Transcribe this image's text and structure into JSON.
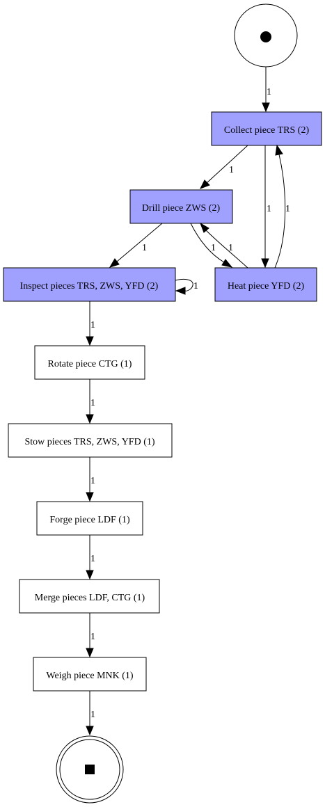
{
  "colors": {
    "highlight": "#a0a0ff",
    "plain": "#ffffff",
    "stroke": "#000000"
  },
  "start_node": {
    "icon": "filled-circle-icon"
  },
  "end_node": {
    "icon": "filled-square-icon"
  },
  "activities": {
    "collect": {
      "label": "Collect piece TRS (2)",
      "highlighted": true
    },
    "drill": {
      "label": "Drill piece ZWS (2)",
      "highlighted": true
    },
    "inspect": {
      "label": "Inspect pieces TRS, ZWS, YFD (2)",
      "highlighted": true
    },
    "heat": {
      "label": "Heat piece YFD (2)",
      "highlighted": true
    },
    "rotate": {
      "label": "Rotate piece CTG (1)",
      "highlighted": false
    },
    "stow": {
      "label": "Stow pieces TRS, ZWS, YFD (1)",
      "highlighted": false
    },
    "forge": {
      "label": "Forge piece LDF (1)",
      "highlighted": false
    },
    "merge": {
      "label": "Merge pieces LDF, CTG (1)",
      "highlighted": false
    },
    "weigh": {
      "label": "Weigh piece MNK (1)",
      "highlighted": false
    }
  },
  "edges": {
    "start_collect": "1",
    "collect_drill": "1",
    "collect_heat": "1",
    "heat_collect": "1",
    "drill_inspect": "1",
    "drill_heat": "1",
    "heat_drill": "1",
    "inspect_self": "1",
    "inspect_rotate": "1",
    "rotate_stow": "1",
    "stow_forge": "1",
    "forge_merge": "1",
    "merge_weigh": "1",
    "weigh_end": "1"
  }
}
